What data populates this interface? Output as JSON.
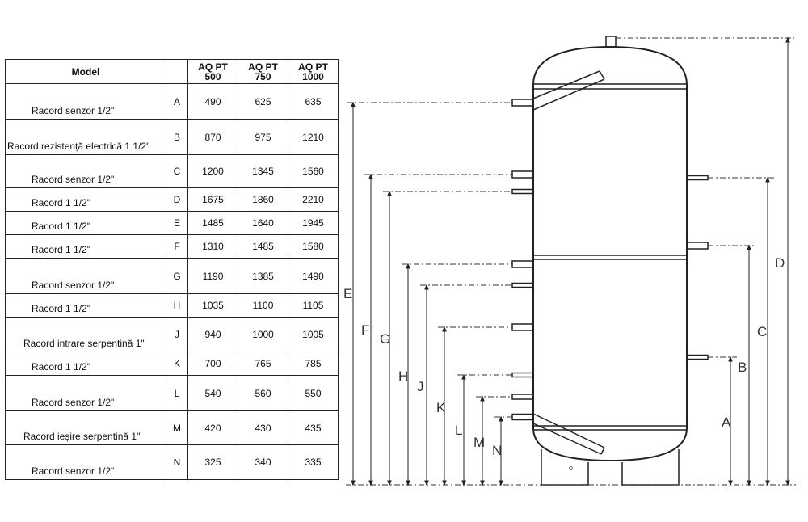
{
  "table": {
    "header": {
      "model": "Model",
      "columns": [
        {
          "l1": "AQ PT",
          "l2": "500"
        },
        {
          "l1": "AQ PT",
          "l2": "750"
        },
        {
          "l1": "AQ PT",
          "l2": "1000"
        }
      ]
    },
    "rows": [
      {
        "desc": "Racord senzor 1/2\"",
        "code": "A",
        "v": [
          "490",
          "625",
          "635"
        ]
      },
      {
        "desc": "Racord rezistență electrică 1 1/2\"",
        "code": "B",
        "v": [
          "870",
          "975",
          "1210"
        ]
      },
      {
        "desc": "Racord senzor 1/2\"",
        "code": "C",
        "v": [
          "1200",
          "1345",
          "1560"
        ]
      },
      {
        "desc": "Racord 1 1/2\"",
        "code": "D",
        "v": [
          "1675",
          "1860",
          "2210"
        ]
      },
      {
        "desc": "Racord 1 1/2\"",
        "code": "E",
        "v": [
          "1485",
          "1640",
          "1945"
        ]
      },
      {
        "desc": "Racord 1 1/2\"",
        "code": "F",
        "v": [
          "1310",
          "1485",
          "1580"
        ]
      },
      {
        "desc": "Racord senzor 1/2\"",
        "code": "G",
        "v": [
          "1190",
          "1385",
          "1490"
        ]
      },
      {
        "desc": "Racord 1 1/2\"",
        "code": "H",
        "v": [
          "1035",
          "1100",
          "1105"
        ]
      },
      {
        "desc": "Racord intrare serpentină 1\"",
        "code": "J",
        "v": [
          "940",
          "1000",
          "1005"
        ]
      },
      {
        "desc": "Racord 1 1/2\"",
        "code": "K",
        "v": [
          "700",
          "765",
          "785"
        ]
      },
      {
        "desc": "Racord senzor 1/2\"",
        "code": "L",
        "v": [
          "540",
          "560",
          "550"
        ]
      },
      {
        "desc": "Racord ieșire serpentină 1\"",
        "code": "M",
        "v": [
          "420",
          "430",
          "435"
        ]
      },
      {
        "desc": "Racord senzor 1/2\"",
        "code": "N",
        "v": [
          "325",
          "340",
          "335"
        ]
      }
    ]
  },
  "diagram": {
    "labels": {
      "A": "A",
      "B": "B",
      "C": "C",
      "D": "D",
      "E": "E",
      "F": "F",
      "G": "G",
      "H": "H",
      "J": "J",
      "K": "K",
      "L": "L",
      "M": "M",
      "N": "N"
    }
  }
}
